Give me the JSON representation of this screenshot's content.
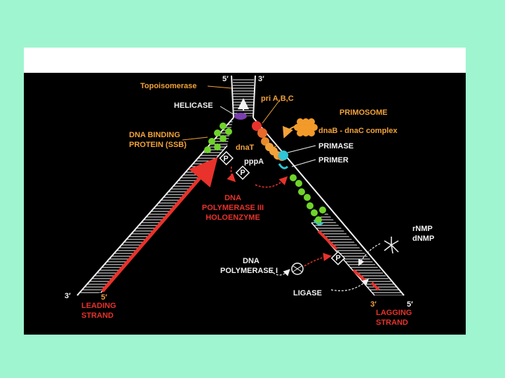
{
  "colors": {
    "page_bg": "#9ff5cf",
    "diagram_bg": "#000000",
    "orange_label": "#f2a23a",
    "red_label": "#e8322b",
    "white_label": "#f2f2f2",
    "ssb_green": "#6fd42a",
    "primer_cyan": "#2fc6d8",
    "helicase_purple": "#7b3fb0"
  },
  "diagram": {
    "topoisomerase": "Topoisomerase",
    "end_5_top": "5′",
    "end_3_top": "3′",
    "pri": "pri A,B,C",
    "helicase": "HELICASE",
    "primosome": "PRIMOSOME",
    "dnab_complex": "dnaB - dnaC complex",
    "ssb_line1": "DNA BINDING",
    "ssb_line2": "PROTEIN (SSB)",
    "dnat": "dnaT",
    "primase": "PRIMASE",
    "pppa": "pppA",
    "primer": "PRIMER",
    "phosphate": "P",
    "pol3_line1": "DNA",
    "pol3_line2": "POLYMERASE III",
    "pol3_line3": "HOLOENZYME",
    "rnmp": "rNMP",
    "dnmp": "dNMP",
    "pol1_line1": "DNA",
    "pol1_line2": "POLYMERASE I",
    "ligase": "LIGASE",
    "end_3_left": "3′",
    "end_5_left": "5′",
    "leading_line1": "LEADING",
    "leading_line2": "STRAND",
    "end_3_right": "3′",
    "end_5_right": "5′",
    "lagging_line1": "LAGGING",
    "lagging_line2": "STRAND"
  }
}
